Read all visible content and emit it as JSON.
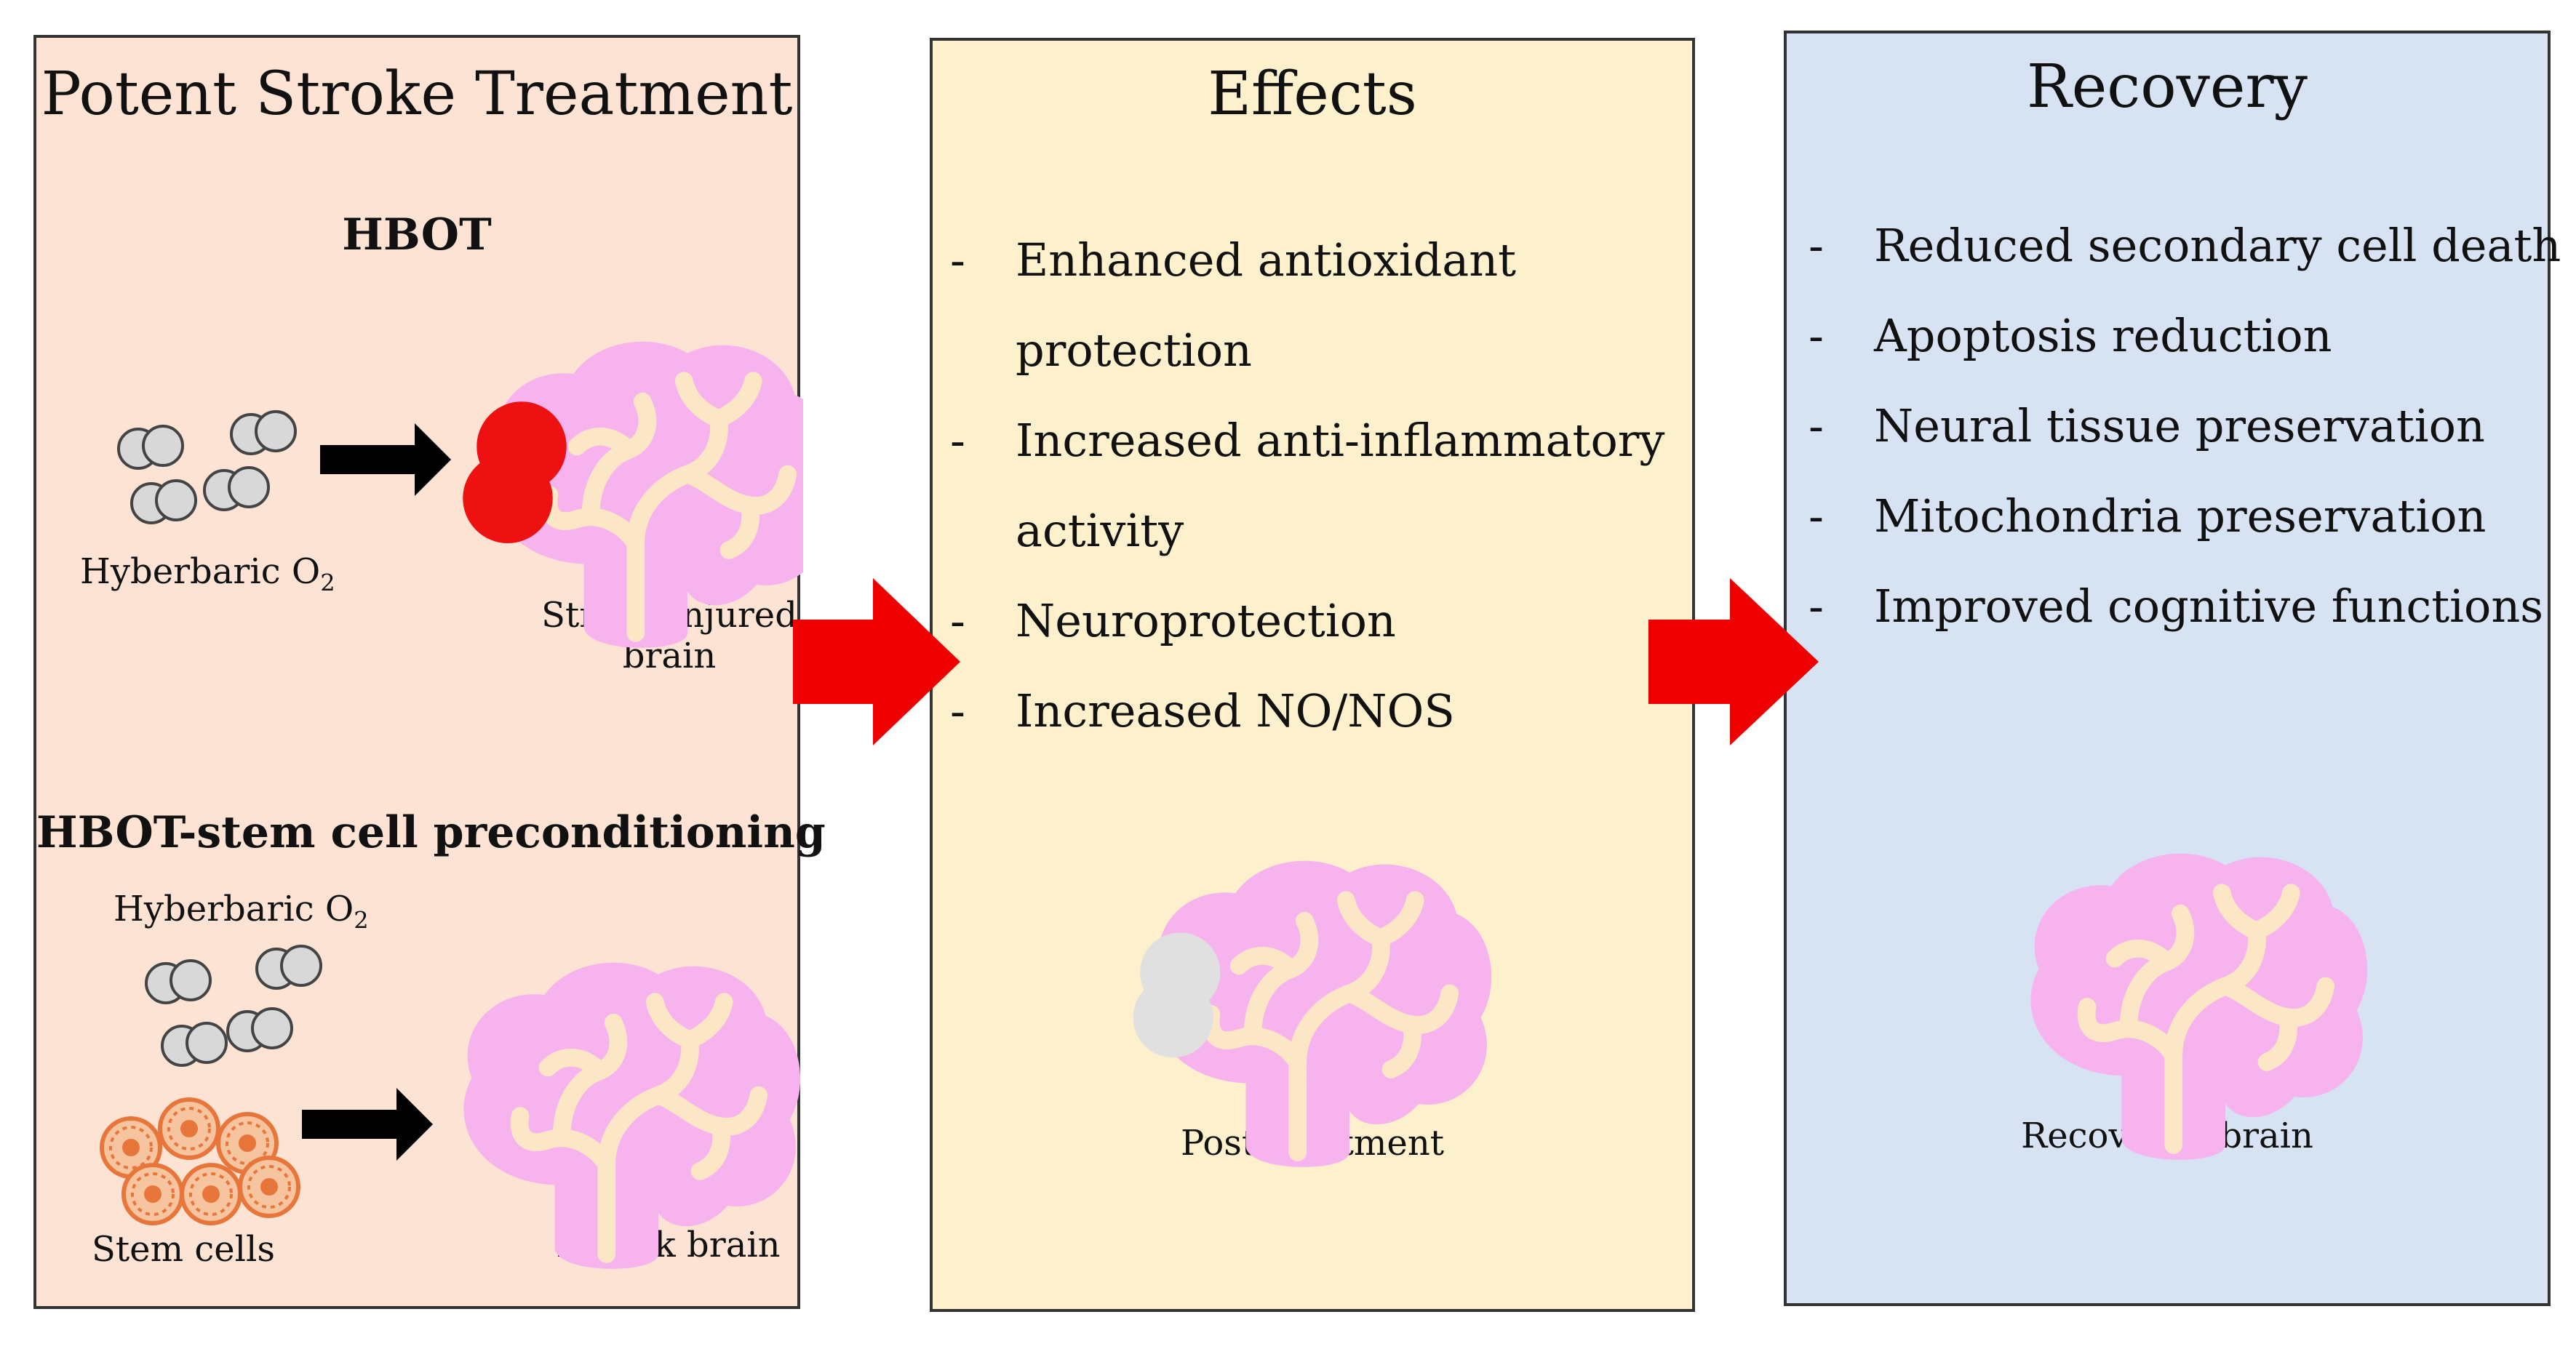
{
  "panels": {
    "treatment": {
      "title": "Potent Stroke Treatment",
      "hbot": {
        "title": "HBOT",
        "o2_label": "Hyberbaric O",
        "o2_sub": "2",
        "brain_label_line1": "Stroke-injured",
        "brain_label_line2": "brain"
      },
      "precond": {
        "title": "HBOT-stem cell preconditioning",
        "o2_label": "Hyberbaric O",
        "o2_sub": "2",
        "stem_label": "Stem cells",
        "brain_label": "At-risk brain"
      }
    },
    "effects": {
      "title": "Effects",
      "items": [
        "Enhanced antioxidant",
        "protection",
        "Increased anti-inflammatory",
        "activity",
        "Neuroprotection",
        "Increased NO/NOS"
      ],
      "brain_label": "Post-treatment"
    },
    "recovery": {
      "title": "Recovery",
      "items": [
        "Reduced secondary cell death",
        "Apoptosis reduction",
        "Neural tissue preservation",
        "Mitochondria preservation",
        "Improved cognitive functions"
      ],
      "brain_label": "Recovered brain"
    }
  },
  "colors": {
    "treatment_bg": "#fde3d4",
    "effects_bg": "#fdf0cc",
    "recovery_bg": "#d7e3f3",
    "brain_pink": "#f7b3ee",
    "brain_vein": "#fbe6c6",
    "lesion_red": "#ee1111",
    "lesion_gray": "#e0e0e0",
    "arrow_red": "#ee0000",
    "stem_orange": "#f08a4b"
  }
}
